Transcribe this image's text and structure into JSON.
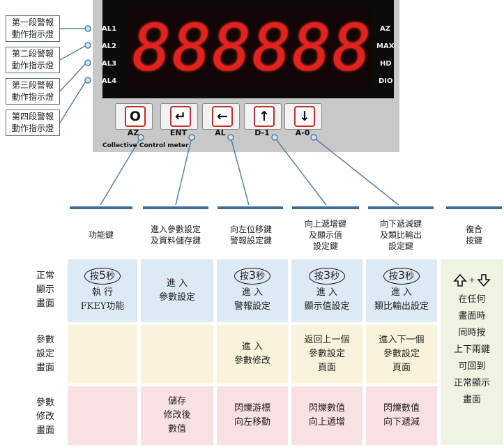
{
  "alarm_labels": [
    "第一段警報\n動作指示燈",
    "第二段警報\n動作指示燈",
    "第三段警報\n動作指示燈",
    "第四段警報\n動作指示燈"
  ],
  "left_indicators": [
    "AL1",
    "AL2",
    "AL3",
    "AL4"
  ],
  "right_indicators": [
    "AZ",
    "MAX",
    "HD",
    "DIO"
  ],
  "display_value": "888888",
  "brand": "Collective Control meter",
  "buttons": [
    {
      "icon": "O",
      "name": "AZ"
    },
    {
      "icon": "↵",
      "name": "ENT"
    },
    {
      "icon": "←",
      "name": "AL"
    },
    {
      "icon": "↑",
      "name": "D-1"
    },
    {
      "icon": "↓",
      "name": "A-0"
    }
  ],
  "headers": [
    "功能鍵",
    "進入參數設定\n及資料儲存鍵",
    "向左位移鍵\n警報設定鍵",
    "向上遞增鍵\n及顯示值\n設定鍵",
    "向下遞減鍵\n及類比輸出\n設定鍵",
    "複合\n按鍵"
  ],
  "rows": {
    "normal": {
      "label": "正常\n顯示\n畫面",
      "cells": [
        {
          "press": "按",
          "seconds": "5",
          "unit": "秒",
          "text": "執 行\nFKEY功能"
        },
        {
          "text": "進 入\n參數設定"
        },
        {
          "press": "按",
          "seconds": "3",
          "unit": "秒",
          "text": "進 入\n警報設定"
        },
        {
          "press": "按",
          "seconds": "3",
          "unit": "秒",
          "text": "進 入\n顯示值設定"
        },
        {
          "press": "按",
          "seconds": "3",
          "unit": "秒",
          "text": "進 入\n類比輸出設定"
        }
      ]
    },
    "setting": {
      "label": "參數\n設定\n畫面",
      "cells": [
        "",
        "",
        "進 入\n參數修改",
        "返回上一個\n參數設定\n頁面",
        "進入下一個\n參數設定\n頁面"
      ]
    },
    "modify": {
      "label": "參數\n修改\n畫面",
      "cells": [
        "",
        "儲存\n修改後\n數值",
        "閃爍游標\n向左移動",
        "閃爍數值\n向上遞增",
        "閃爍數值\n向下遞減"
      ]
    }
  },
  "combo": {
    "plus": "+",
    "text": "在任何\n畫面時\n同時按\n上下兩鍵\n可回到\n正常顯示\n畫面"
  },
  "colors": {
    "digit": "#e3221f",
    "header_bar": "#3b6d9a",
    "button_frame": "#c62a2a",
    "row_normal": "#dde9f5",
    "row_setting": "#faf3dc",
    "row_modify": "#f9e0e3",
    "combo": "#eef4e4"
  }
}
